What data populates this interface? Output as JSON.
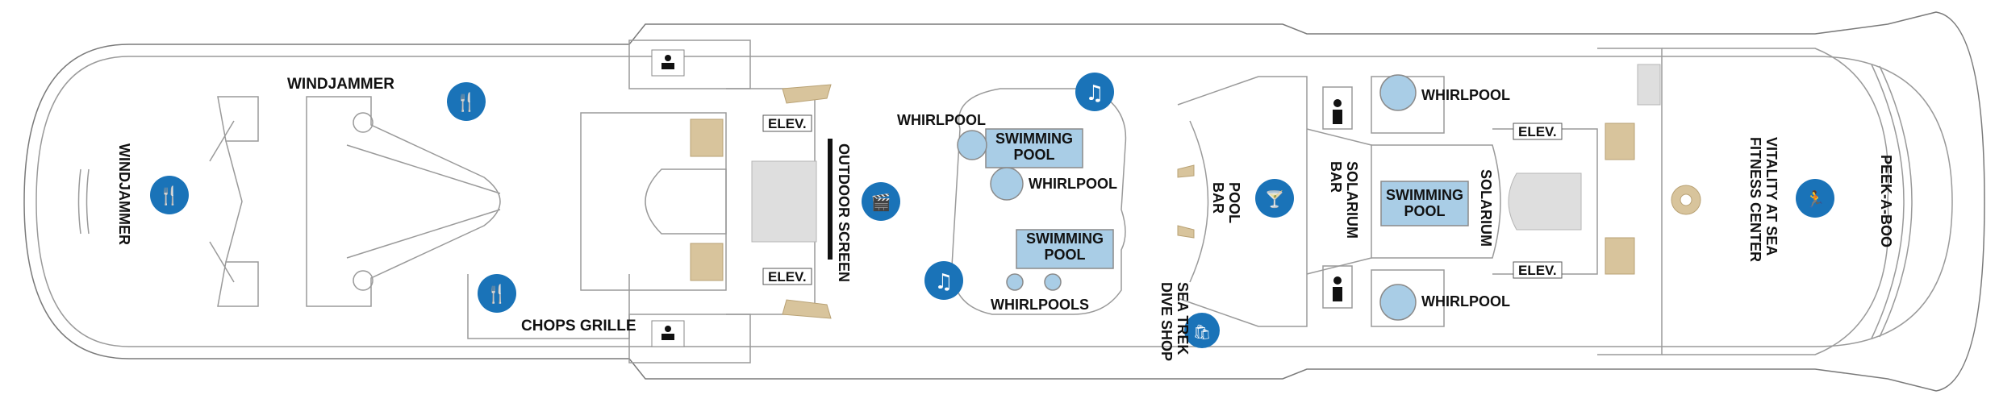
{
  "labels": {
    "windjammer_top": "WINDJAMMER",
    "windjammer_side": "WINDJAMMER",
    "chops_grille": "CHOPS GRILLE",
    "elev_1": "ELEV.",
    "elev_2": "ELEV.",
    "elev_3": "ELEV.",
    "elev_4": "ELEV.",
    "outdoor_screen": "OUTDOOR SCREEN",
    "whirlpool_1": "WHIRLPOOL",
    "swimming_pool_1": "SWIMMING\nPOOL",
    "whirlpool_2": "WHIRLPOOL",
    "swimming_pool_2": "SWIMMING\nPOOL",
    "whirlpools": "WHIRLPOOLS",
    "sea_trek": "SEA TREK\nDIVE SHOP",
    "pool_bar": "POOL\nBAR",
    "solarium_bar": "SOLARIUM\nBAR",
    "whirlpool_3": "WHIRLPOOL",
    "swimming_pool_3": "SWIMMING\nPOOL",
    "whirlpool_4": "WHIRLPOOL",
    "solarium": "SOLARIUM",
    "vitality": "VITALITY AT SEA\nFITNESS CENTER",
    "peek_a_boo": "PEEK-A-BOO"
  },
  "icons": [
    {
      "name": "dining-icon",
      "glyph": "🍴"
    },
    {
      "name": "dining-icon",
      "glyph": "🍴"
    },
    {
      "name": "dining-icon",
      "glyph": "🍴"
    },
    {
      "name": "music-icon",
      "glyph": "♫"
    },
    {
      "name": "music-icon",
      "glyph": "♫"
    },
    {
      "name": "movie-icon",
      "glyph": "🎬"
    },
    {
      "name": "bar-icon",
      "glyph": "🍸"
    },
    {
      "name": "shop-icon",
      "glyph": "🛍"
    },
    {
      "name": "fitness-icon",
      "glyph": "🏃"
    }
  ],
  "colors": {
    "icon_blue": "#1a73b8",
    "pool_blue": "#a9cde6",
    "stair_tan": "#d8c49c"
  }
}
